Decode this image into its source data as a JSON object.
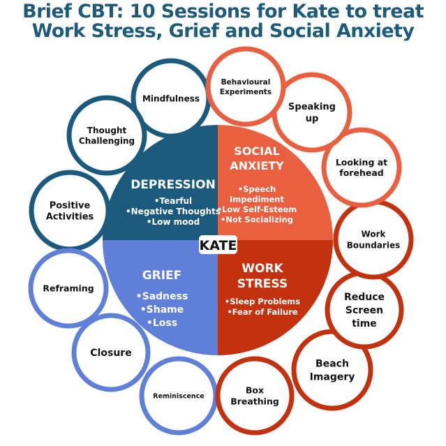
{
  "title": {
    "line1": "Brief CBT: 10 Sessions for Kate to treat",
    "line2": "Work Stress, Grief and Social Anxiety"
  },
  "colors": {
    "title": "#1e5a7a",
    "depression": "#1b5a7d",
    "social_anxiety": "#e8603f",
    "grief": "#5f7fd8",
    "work_stress": "#c3320f",
    "center_label_bg": "#ffffff"
  },
  "center": {
    "label": "KATE"
  },
  "quadrants": [
    {
      "key": "depression",
      "title": [
        "DEPRESSION"
      ],
      "bullets": [
        "•Tearful",
        "•Negative Thoughts",
        "•Low mood"
      ]
    },
    {
      "key": "social_anxiety",
      "title": [
        "SOCIAL",
        "ANXIETY"
      ],
      "bullets": [
        "•Speech",
        "Impediment",
        "•Low Self-Esteem",
        "•Not Socializing"
      ]
    },
    {
      "key": "grief",
      "title": [
        "GRIEF"
      ],
      "bullets": [
        "•Sadness",
        "•Shame",
        "•Loss"
      ]
    },
    {
      "key": "work_stress",
      "title": [
        "WORK",
        "STRESS"
      ],
      "bullets": [
        "•Sleep Problems",
        "•Fear of Failure"
      ]
    }
  ],
  "sessions": [
    {
      "group": "depression",
      "lines": [
        "Mindfulness"
      ]
    },
    {
      "group": "depression",
      "lines": [
        "Thought",
        "Challenging"
      ]
    },
    {
      "group": "depression",
      "lines": [
        "Positive",
        "Activities"
      ]
    },
    {
      "group": "grief",
      "lines": [
        "Reframing"
      ]
    },
    {
      "group": "grief",
      "lines": [
        "Closure"
      ]
    },
    {
      "group": "grief",
      "lines": [
        "Reminiscence"
      ]
    },
    {
      "group": "work_stress",
      "lines": [
        "Box",
        "Breathing"
      ]
    },
    {
      "group": "work_stress",
      "lines": [
        "Beach",
        "Imagery"
      ]
    },
    {
      "group": "work_stress",
      "lines": [
        "Reduce",
        "Screen",
        "time"
      ]
    },
    {
      "group": "work_stress",
      "lines": [
        "Work",
        "Boundaries"
      ]
    },
    {
      "group": "social_anxiety",
      "lines": [
        "Looking at",
        "forehead"
      ]
    },
    {
      "group": "social_anxiety",
      "lines": [
        "Speaking",
        "up"
      ]
    },
    {
      "group": "social_anxiety",
      "lines": [
        "Behavioural",
        "Experiments"
      ]
    }
  ]
}
